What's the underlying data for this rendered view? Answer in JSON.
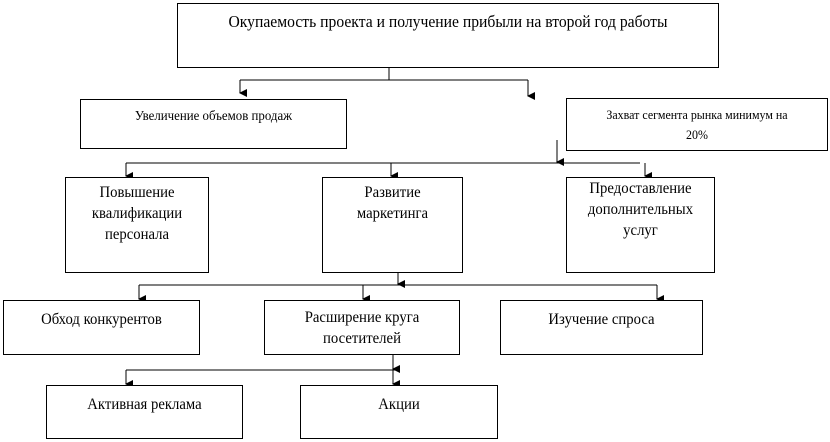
{
  "nodes": {
    "goal": "Окупаемость проекта и получение прибыли на второй год работы",
    "sales": "Увеличение объемов продаж",
    "market": "Захват сегмента рынка минимум на 20%",
    "staff": "Повышение квалификации персонала",
    "marketing": "Развитие маркетинга",
    "services": "Предоставление дополнительных услуг",
    "competitors": "Обход конкурентов",
    "visitors": "Расширение круга посетителей",
    "demand": "Изучение спроса",
    "advertising": "Активная реклама",
    "promotions": "Акции"
  }
}
